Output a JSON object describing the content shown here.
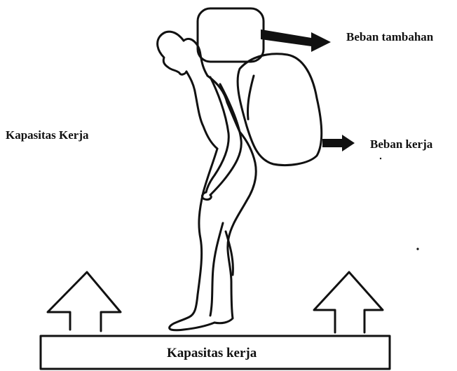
{
  "labels": {
    "additional_load": "Beban tambahan",
    "work_load": "Beban kerja",
    "work_capacity_left": "Kapasitas Kerja",
    "work_capacity_base": "Kapasitas kerja"
  },
  "colors": {
    "ink": "#111111",
    "background": "#ffffff"
  }
}
